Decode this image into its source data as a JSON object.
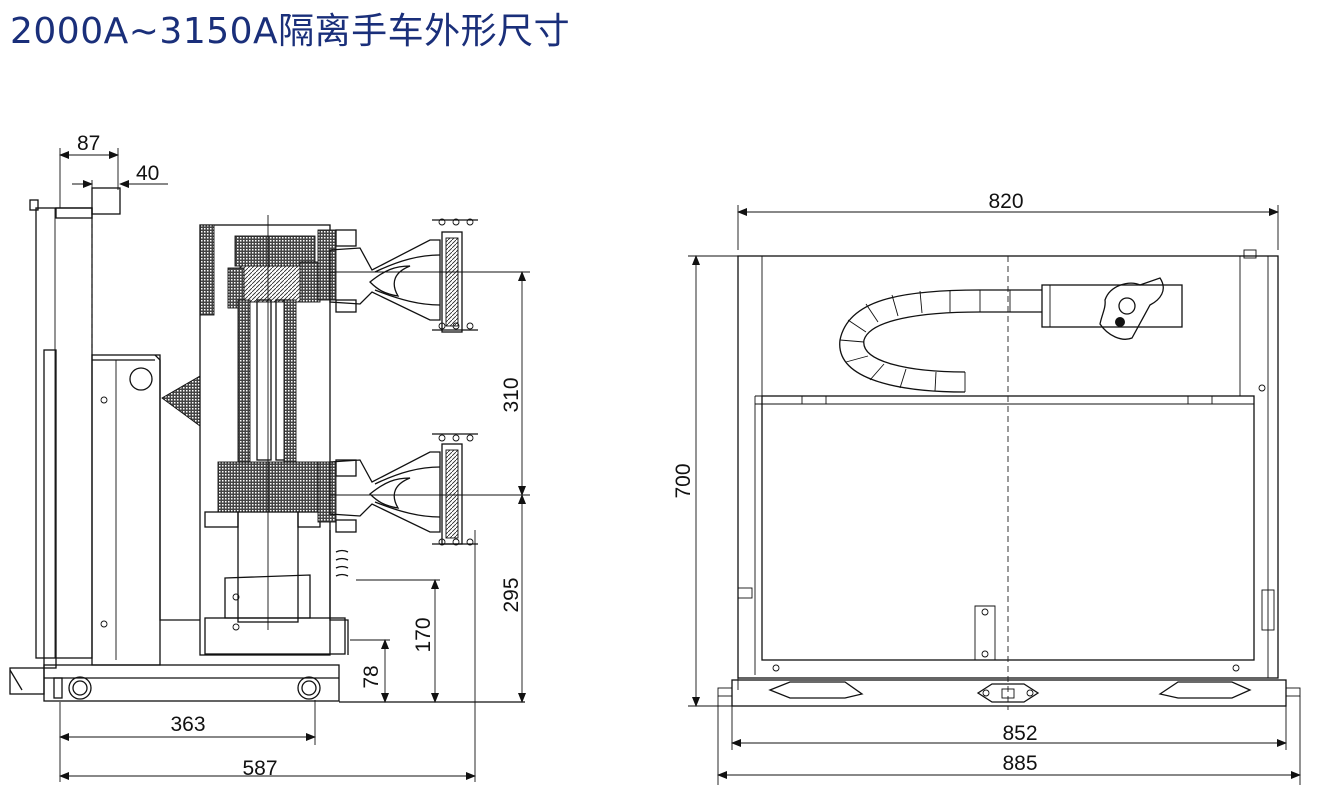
{
  "title": "2000A~3150A隔离手车外形尺寸",
  "side_view": {
    "dims": {
      "d87": "87",
      "d40": "40",
      "d310": "310",
      "d295": "295",
      "d170": "170",
      "d78": "78",
      "d363": "363",
      "d587": "587"
    }
  },
  "front_view": {
    "dims": {
      "d820": "820",
      "d700": "700",
      "d852": "852",
      "d885": "885"
    }
  }
}
